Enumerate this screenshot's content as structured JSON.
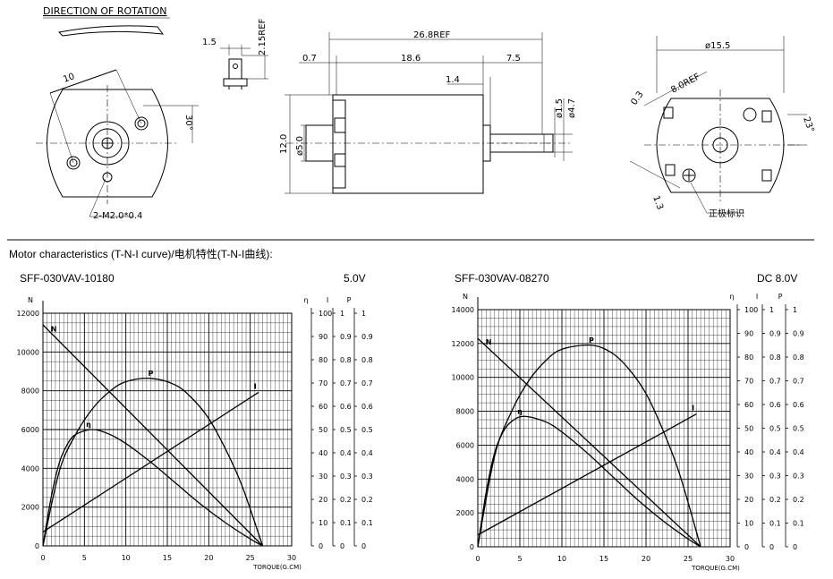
{
  "drawing": {
    "rotation_title": "DIRECTION OF ROTATION",
    "front": {
      "dim_pitch": "10",
      "dim_angle": "30°",
      "holes_label": "2-M2.0*0.4"
    },
    "terminal": {
      "dim_width": "1.5",
      "dim_height": "2.15REF"
    },
    "side": {
      "dim_overall": "26.8REF",
      "dim_07": "0.7",
      "dim_body": "18.6",
      "dim_shaft": "7.5",
      "dim_14": "1.4",
      "dim_d15": "ø1.5",
      "dim_d47": "ø4.7",
      "dim_h12": "12.0",
      "dim_d50": "ø5.0"
    },
    "rear": {
      "dim_d155": "ø15.5",
      "dim_03": "0.3",
      "dim_8ref": "8.0REF",
      "dim_angle": "23°",
      "dim_13": "1.3",
      "polarity_label": "正极标识"
    }
  },
  "section_title": "Motor characteristics (T-N-I curve)/电机特性(T-N-I曲线):",
  "chart_data": [
    {
      "type": "line",
      "model": "SFF-030VAV-10180",
      "voltage": "5.0V",
      "xlabel": "TORQUE(G.CM)",
      "x_ticks": [
        "0",
        "5",
        "10",
        "15",
        "20",
        "25",
        "30"
      ],
      "xlim": [
        0,
        30
      ],
      "n_axis_label": "N",
      "n_ticks": [
        "0",
        "2000",
        "4000",
        "6000",
        "8000",
        "10000",
        "12000"
      ],
      "n_lim": [
        0,
        12000
      ],
      "eta_axis_label": "η",
      "eta_ticks": [
        "0",
        "10",
        "20",
        "30",
        "40",
        "50",
        "60",
        "70",
        "80",
        "90",
        "100"
      ],
      "i_axis_label": "I",
      "p_axis_label": "P",
      "ip_ticks": [
        "0",
        "0.1",
        "0.2",
        "0.3",
        "0.4",
        "0.5",
        "0.6",
        "0.7",
        "0.8",
        "0.9",
        "1"
      ],
      "series": [
        {
          "name": "N",
          "x": [
            0,
            26.5
          ],
          "y": [
            11400,
            0
          ],
          "axis": "N"
        },
        {
          "name": "P",
          "x": [
            0,
            2,
            4,
            6,
            8,
            10,
            13,
            16,
            18,
            20,
            22,
            24,
            26.5
          ],
          "y": [
            0,
            0.45,
            0.67,
            0.82,
            0.92,
            0.98,
            1.0,
            0.96,
            0.88,
            0.76,
            0.58,
            0.36,
            0
          ],
          "axis": "P"
        },
        {
          "name": "η",
          "x": [
            0,
            1,
            2,
            3,
            4,
            6,
            8,
            10,
            13,
            16,
            19,
            22,
            25,
            26.5
          ],
          "y": [
            0,
            0.42,
            0.72,
            0.88,
            0.96,
            1.0,
            0.96,
            0.88,
            0.72,
            0.54,
            0.36,
            0.2,
            0.06,
            0
          ],
          "axis": "eta_scaled"
        },
        {
          "name": "I",
          "x": [
            0,
            26
          ],
          "y": [
            0.06,
            0.66
          ],
          "axis": "I"
        }
      ],
      "scales": {
        "P_peak_fraction": 0.72,
        "eta_peak_fraction": 0.5
      }
    },
    {
      "type": "line",
      "model": "SFF-030VAV-08270",
      "voltage": "DC 8.0V",
      "xlabel": "TORQUE(G.CM)",
      "x_ticks": [
        "0",
        "5",
        "10",
        "15",
        "20",
        "25",
        "30"
      ],
      "xlim": [
        0,
        30
      ],
      "n_axis_label": "N",
      "n_ticks": [
        "0",
        "2000",
        "4000",
        "6000",
        "8000",
        "10000",
        "12000",
        "14000"
      ],
      "n_lim": [
        0,
        14000
      ],
      "eta_axis_label": "η",
      "eta_ticks": [
        "0",
        "10",
        "20",
        "30",
        "40",
        "50",
        "60",
        "70",
        "80",
        "90",
        "100"
      ],
      "i_axis_label": "I",
      "p_axis_label": "P",
      "ip_ticks": [
        "0",
        "0.1",
        "0.2",
        "0.3",
        "0.4",
        "0.5",
        "0.6",
        "0.7",
        "0.8",
        "0.9",
        "1"
      ],
      "series": [
        {
          "name": "N",
          "x": [
            0,
            26.5
          ],
          "y": [
            12300,
            0
          ],
          "axis": "N"
        },
        {
          "name": "P",
          "x": [
            0,
            2,
            4,
            6,
            8,
            10,
            13.5,
            16,
            18,
            20,
            22,
            24,
            26.5
          ],
          "y": [
            0,
            0.45,
            0.67,
            0.82,
            0.92,
            0.98,
            1.0,
            0.96,
            0.88,
            0.76,
            0.58,
            0.36,
            0
          ],
          "axis": "P"
        },
        {
          "name": "η",
          "x": [
            0,
            1,
            2,
            3,
            4,
            5.5,
            8,
            10,
            13,
            16,
            19,
            22,
            25,
            26.5
          ],
          "y": [
            0,
            0.42,
            0.72,
            0.88,
            0.96,
            1.0,
            0.96,
            0.88,
            0.72,
            0.54,
            0.36,
            0.2,
            0.06,
            0
          ],
          "axis": "eta_scaled"
        },
        {
          "name": "I",
          "x": [
            0,
            26
          ],
          "y": [
            0.05,
            0.56
          ],
          "axis": "I"
        }
      ],
      "scales": {
        "P_peak_fraction": 0.85,
        "eta_peak_fraction": 0.55
      }
    }
  ]
}
